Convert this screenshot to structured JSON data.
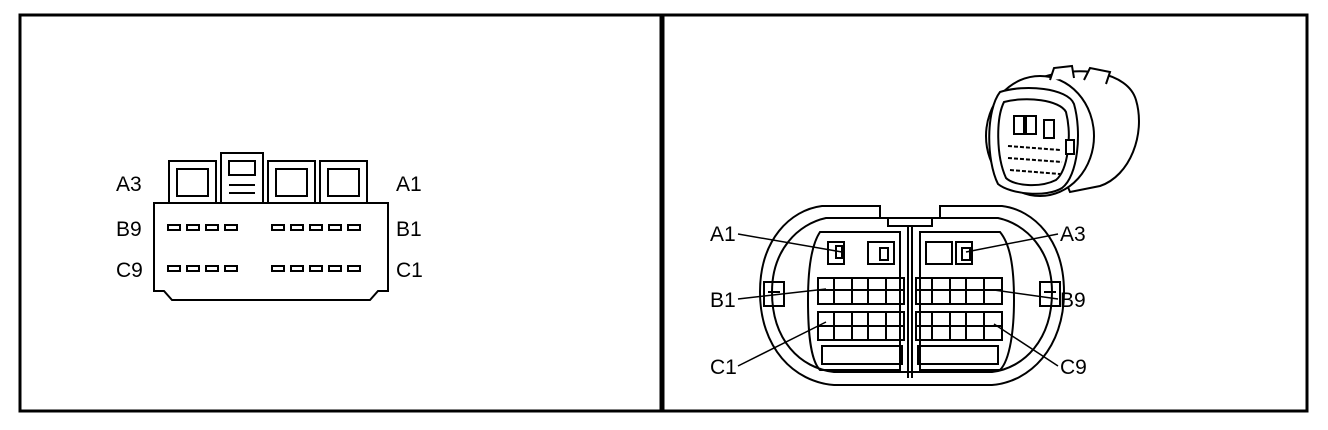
{
  "left_view": {
    "row_a": {
      "left": "A3",
      "right": "A1"
    },
    "row_b": {
      "left": "B9",
      "right": "B1"
    },
    "row_c": {
      "left": "C9",
      "right": "C1"
    }
  },
  "right_view": {
    "callouts": {
      "a1": "A1",
      "a3": "A3",
      "b1": "B1",
      "b9": "B9",
      "c1": "C1",
      "c9": "C9"
    }
  },
  "colors": {
    "ink": "#000000",
    "paper": "#ffffff"
  }
}
